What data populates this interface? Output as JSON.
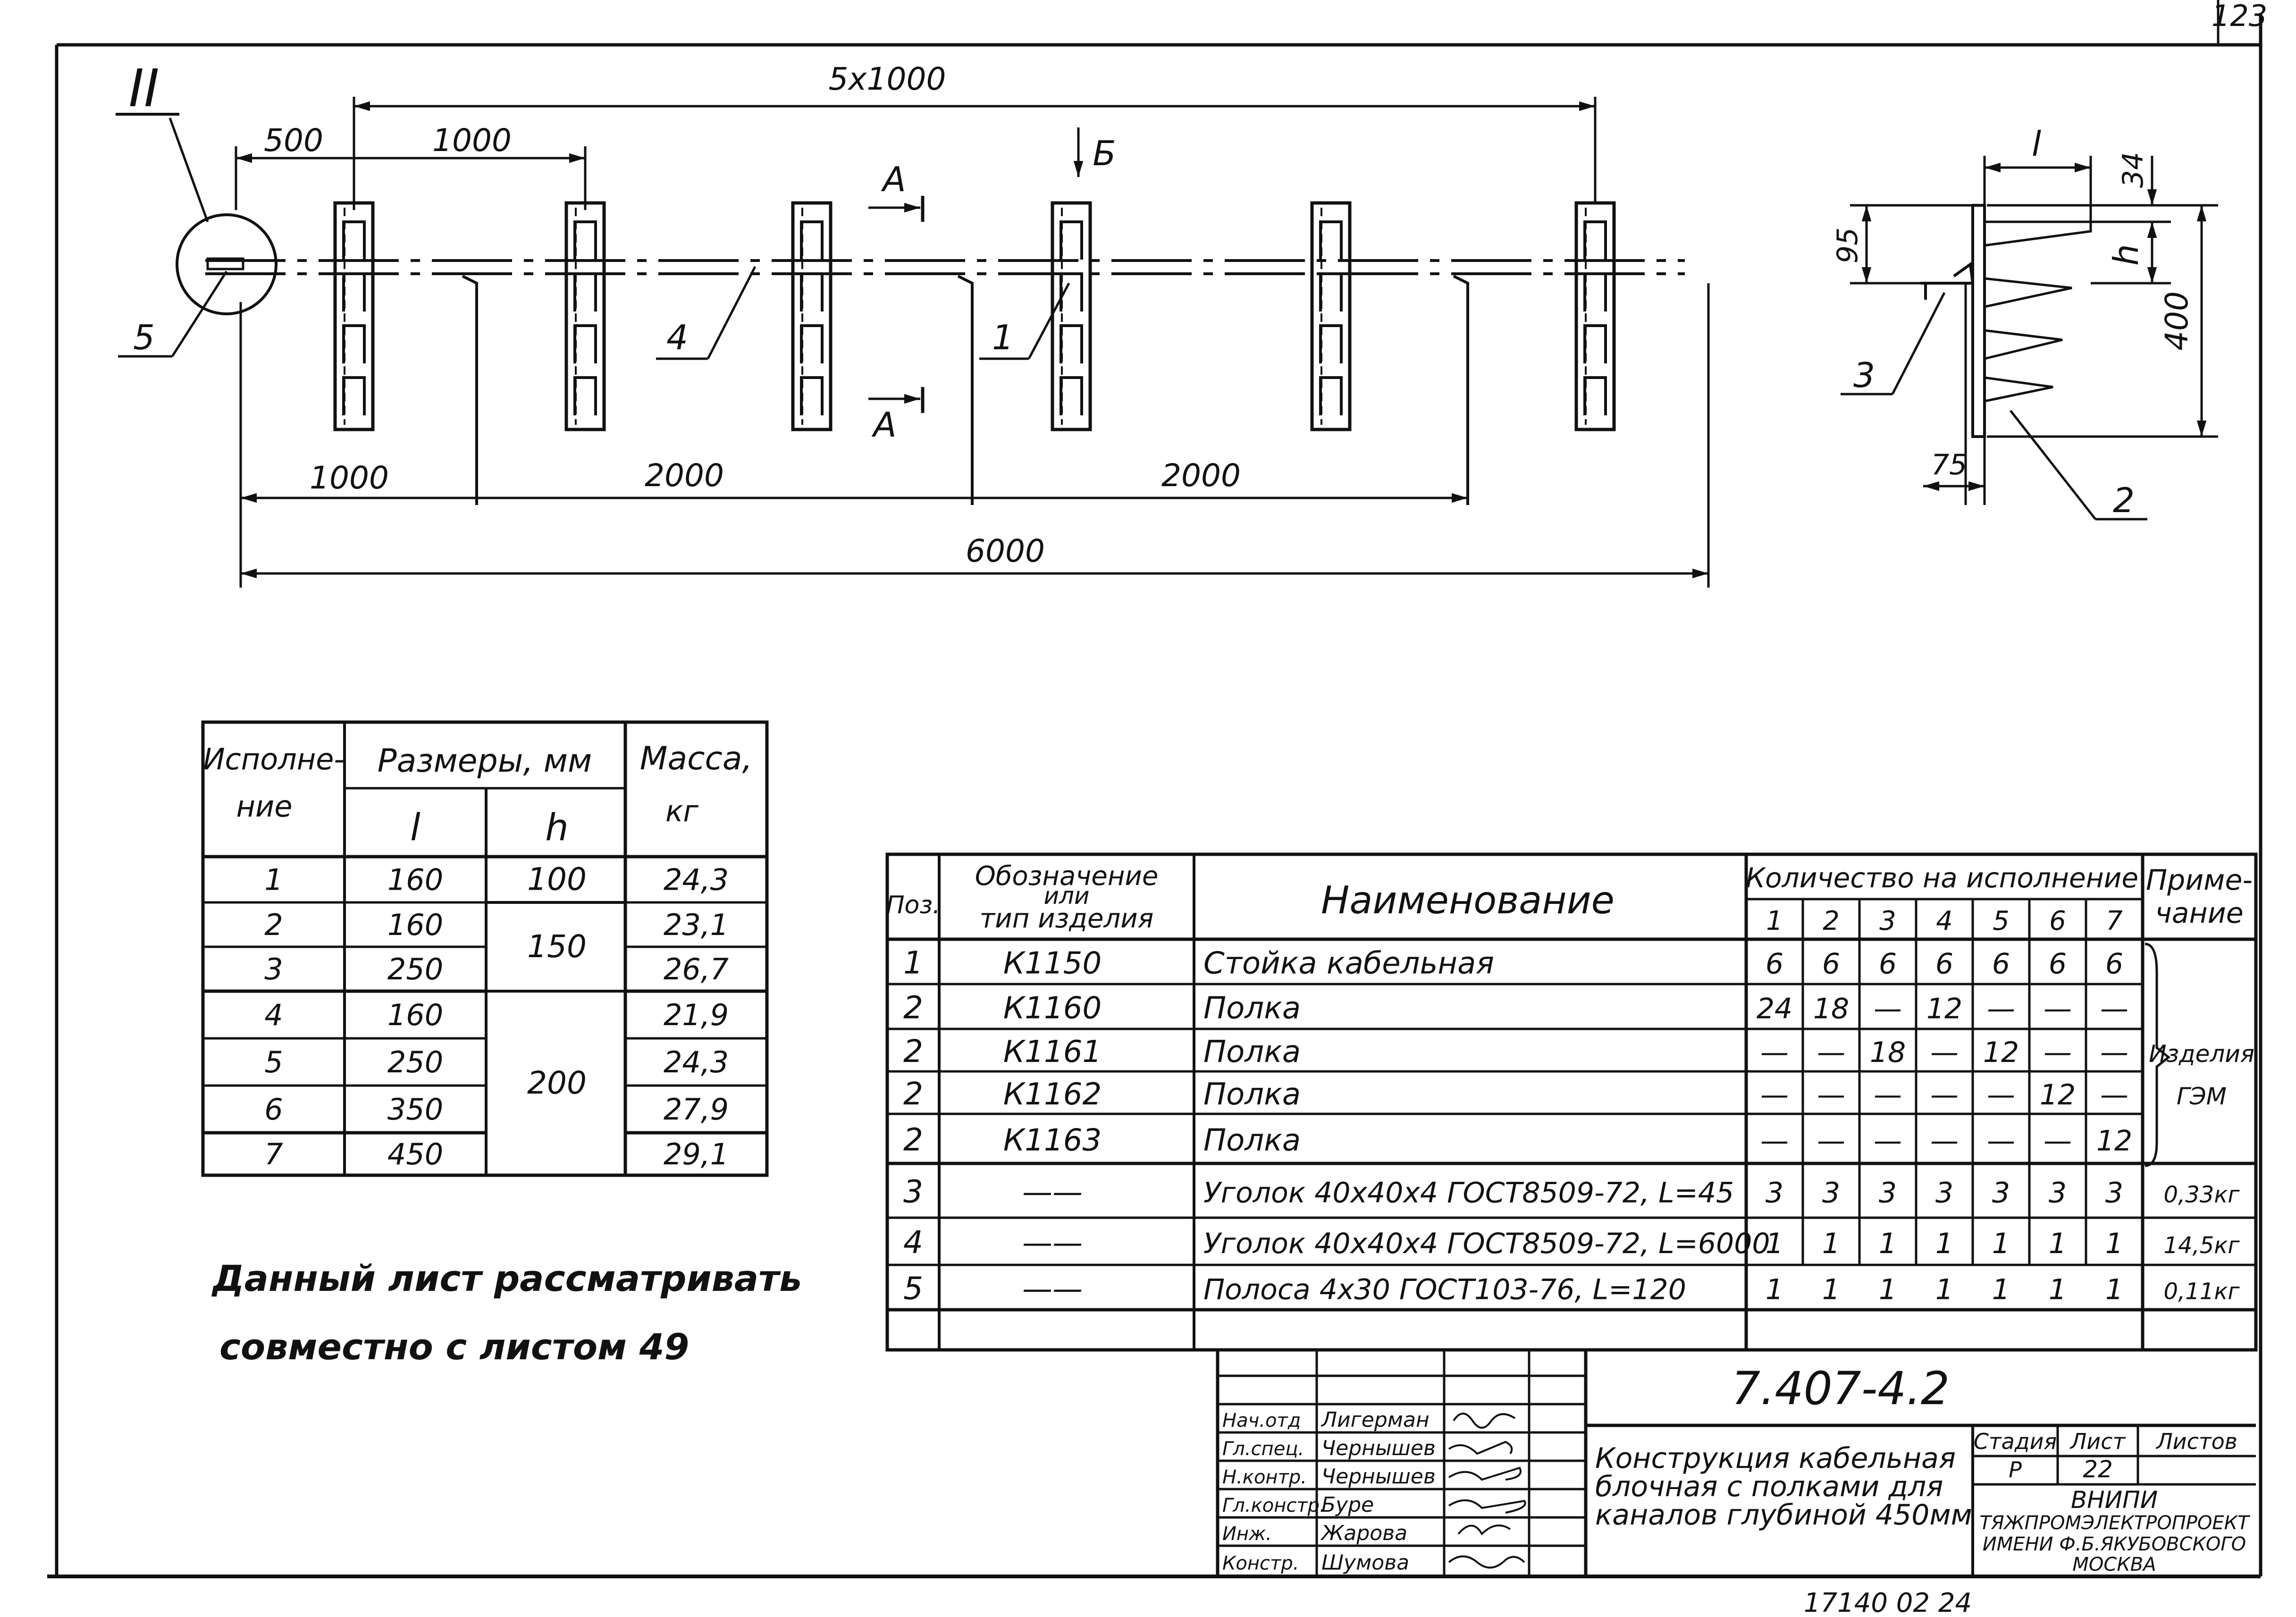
{
  "sheet_number": "123",
  "drawing": {
    "callout_view": "II",
    "dims": {
      "overall_top": "5x1000",
      "d500": "500",
      "d1000_top": "1000",
      "d1000_bottom": "1000",
      "d2000_a": "2000",
      "d2000_b": "2000",
      "d6000": "6000"
    },
    "sections": {
      "a_top": "А",
      "a_bottom": "А",
      "b": "Б"
    },
    "positions": {
      "p1": "1",
      "p4": "4",
      "p5": "5"
    },
    "side_view": {
      "l": "l",
      "h": "h",
      "d34": "34",
      "d95": "95",
      "d400": "400",
      "d75": "75",
      "p2": "2",
      "p3": "3"
    }
  },
  "variant_table": {
    "head_variant": [
      "Исполне-",
      "ние"
    ],
    "head_dims": "Размеры, мм",
    "head_mass": [
      "Масса,",
      "кг"
    ],
    "head_l": "l",
    "head_h": "h",
    "rows": [
      {
        "n": "1",
        "l": "160",
        "mass": "24,3"
      },
      {
        "n": "2",
        "l": "160",
        "mass": "23,1"
      },
      {
        "n": "3",
        "l": "250",
        "mass": "26,7"
      },
      {
        "n": "4",
        "l": "160",
        "mass": "21,9"
      },
      {
        "n": "5",
        "l": "250",
        "mass": "24,3"
      },
      {
        "n": "6",
        "l": "350",
        "mass": "27,9"
      },
      {
        "n": "7",
        "l": "450",
        "mass": "29,1"
      }
    ],
    "h_groups": [
      "100",
      "150",
      "200"
    ]
  },
  "note": [
    "Данный лист рассматривать",
    "совместно с листом 49"
  ],
  "spec_table": {
    "head_pos": "Поз.",
    "head_desig": [
      "Обозначение",
      "или",
      "тип изделия"
    ],
    "head_name": "Наименование",
    "head_qty": "Количество на исполнение",
    "qty_cols": [
      "1",
      "2",
      "3",
      "4",
      "5",
      "6",
      "7"
    ],
    "head_note": [
      "Приме-",
      "чание"
    ],
    "rows": [
      {
        "pos": "1",
        "desig": "К1150",
        "name": "Стойка кабельная",
        "q": [
          "6",
          "6",
          "6",
          "6",
          "6",
          "6",
          "6"
        ],
        "note": ""
      },
      {
        "pos": "2",
        "desig": "К1160",
        "name": "Полка",
        "q": [
          "24",
          "18",
          "—",
          "12",
          "—",
          "—",
          "—"
        ],
        "note": ""
      },
      {
        "pos": "2",
        "desig": "К1161",
        "name": "Полка",
        "q": [
          "—",
          "—",
          "18",
          "—",
          "12",
          "—",
          "—"
        ],
        "note": "Изделия"
      },
      {
        "pos": "2",
        "desig": "К1162",
        "name": "Полка",
        "q": [
          "—",
          "—",
          "—",
          "—",
          "—",
          "12",
          "—"
        ],
        "note": "ГЭМ"
      },
      {
        "pos": "2",
        "desig": "К1163",
        "name": "Полка",
        "q": [
          "—",
          "—",
          "—",
          "—",
          "—",
          "—",
          "12"
        ],
        "note": ""
      },
      {
        "pos": "3",
        "desig": "——",
        "name": "Уголок 40x40x4 ГОСТ8509-72, L=45",
        "q": [
          "3",
          "3",
          "3",
          "3",
          "3",
          "3",
          "3"
        ],
        "note": "0,33кг"
      },
      {
        "pos": "4",
        "desig": "——",
        "name": "Уголок 40x40x4 ГОСТ8509-72, L=6000",
        "q": [
          "1",
          "1",
          "1",
          "1",
          "1",
          "1",
          "1"
        ],
        "note": "14,5кг"
      },
      {
        "pos": "5",
        "desig": "——",
        "name": "Полоса 4x30 ГОСТ103-76, L=120",
        "q": [
          "1",
          "1",
          "1",
          "1",
          "1",
          "1",
          "1"
        ],
        "note": "0,11кг"
      }
    ]
  },
  "title_block": {
    "doc_number": "7.407-4.2",
    "roles": [
      {
        "role": "Нач.отд",
        "name": "Лигерман"
      },
      {
        "role": "Гл.спец.",
        "name": "Чернышев"
      },
      {
        "role": "Н.контр.",
        "name": "Чернышев"
      },
      {
        "role": "Гл.констр.",
        "name": "Буре"
      },
      {
        "role": "Инж.",
        "name": "Жарова"
      },
      {
        "role": "Констр.",
        "name": "Шумова"
      }
    ],
    "title": [
      "Конструкция кабельная",
      "блочная с полками для",
      "каналов глубиной 450мм"
    ],
    "stage_label": "Стадия",
    "sheet_label": "Лист",
    "sheets_label": "Листов",
    "stage": "Р",
    "sheet": "22",
    "org": [
      "ВНИПИ",
      "ТЯЖПРОМЭЛЕКТРОПРОЕКТ",
      "ИМЕНИ Ф.Б.ЯКУБОВСКОГО",
      "МОСКВА"
    ]
  },
  "archive_number": "17140 02 24"
}
